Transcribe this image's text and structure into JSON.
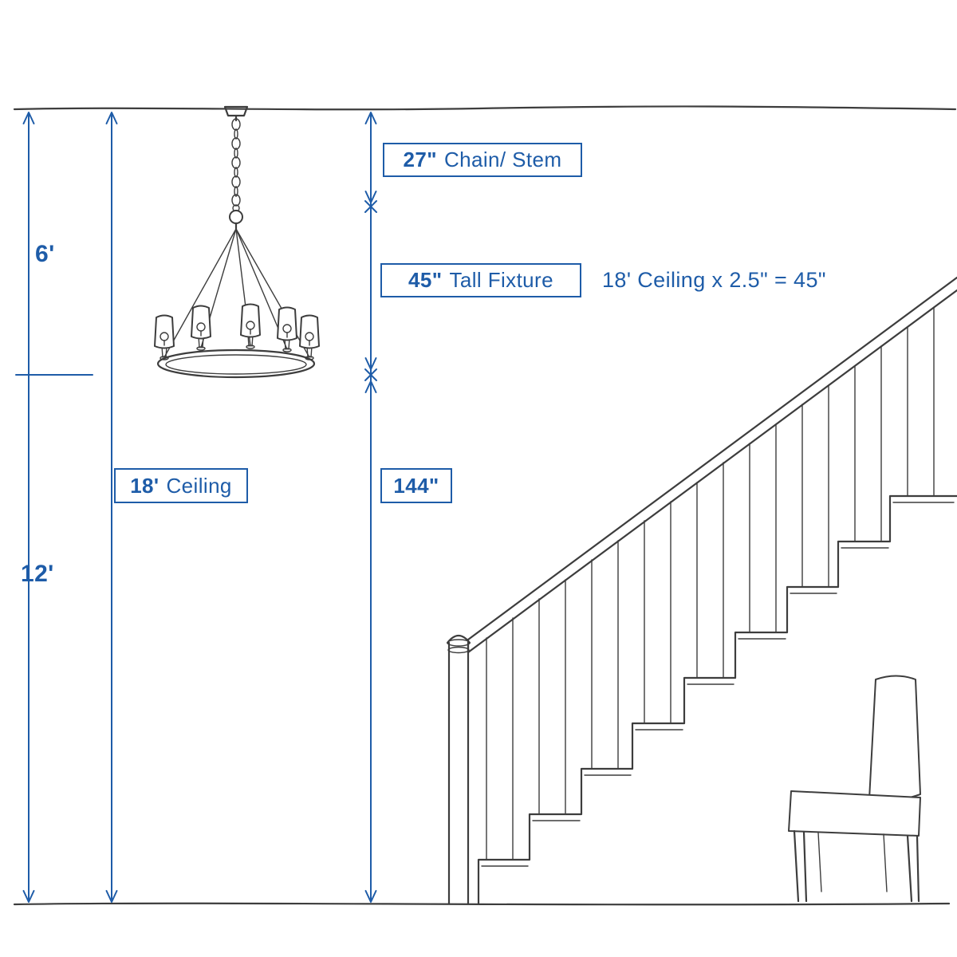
{
  "colors": {
    "accent_blue": "#1E5CA8",
    "sketch_gray": "#3D3D3D"
  },
  "labels": {
    "chain_stem": {
      "value": "27\"",
      "text": "Chain/ Stem"
    },
    "tall_fixture": {
      "value": "45\"",
      "text": "Tall Fixture"
    },
    "formula": "18' Ceiling x 2.5\" = 45\"",
    "ceiling": {
      "value": "18'",
      "text": "Ceiling"
    },
    "mounting_height": {
      "value": "144\""
    },
    "upper_span": "6'",
    "lower_span": "12'"
  },
  "illustrations": {
    "chandelier": "5-light ring chandelier on chain",
    "staircase": "staircase with banister and balusters",
    "chair": "high-back side chair"
  }
}
